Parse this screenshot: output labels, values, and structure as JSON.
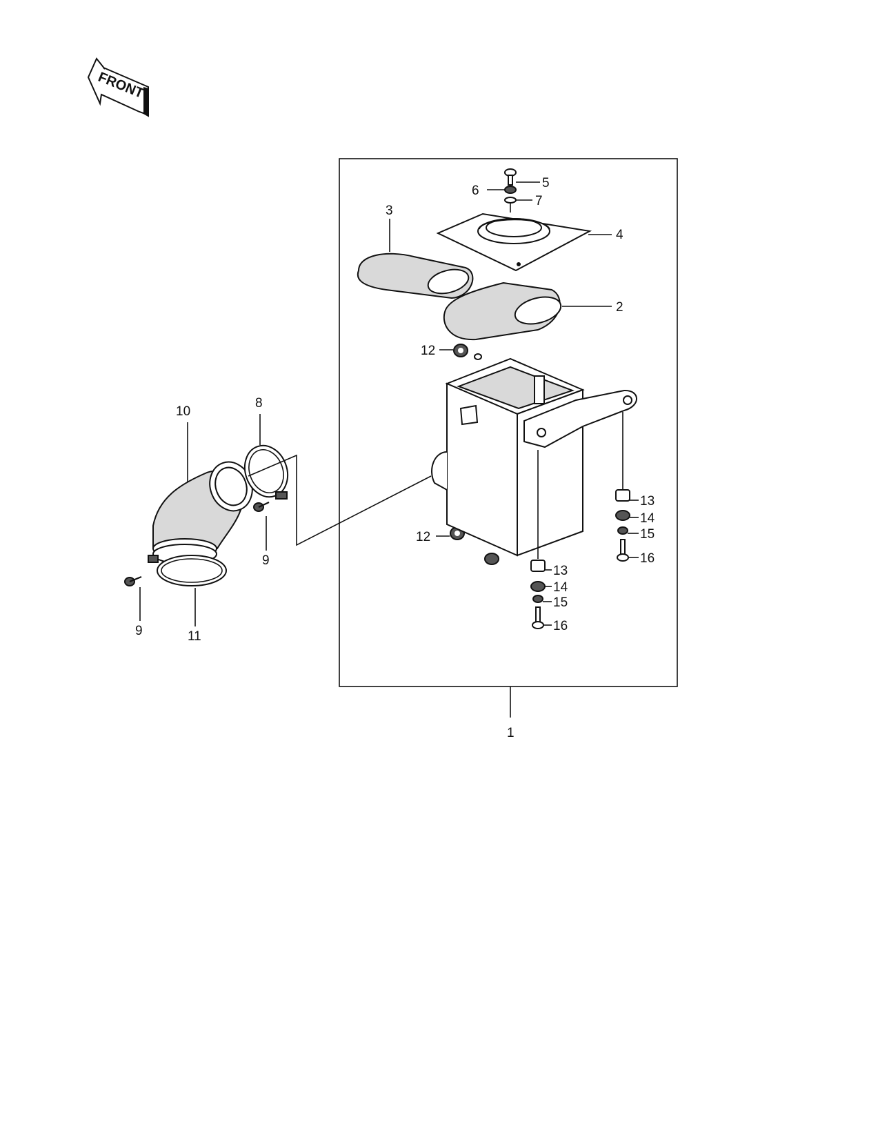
{
  "orientation": {
    "front_label": "FRONT"
  },
  "callouts": {
    "c1": "1",
    "c2": "2",
    "c3": "3",
    "c4": "4",
    "c5": "5",
    "c6": "6",
    "c7": "7",
    "c8": "8",
    "c9a": "9",
    "c9b": "9",
    "c10": "10",
    "c11": "11",
    "c12a": "12",
    "c12b": "12",
    "c13a": "13",
    "c13b": "13",
    "c14a": "14",
    "c14b": "14",
    "c15a": "15",
    "c15b": "15",
    "c16a": "16",
    "c16b": "16"
  }
}
